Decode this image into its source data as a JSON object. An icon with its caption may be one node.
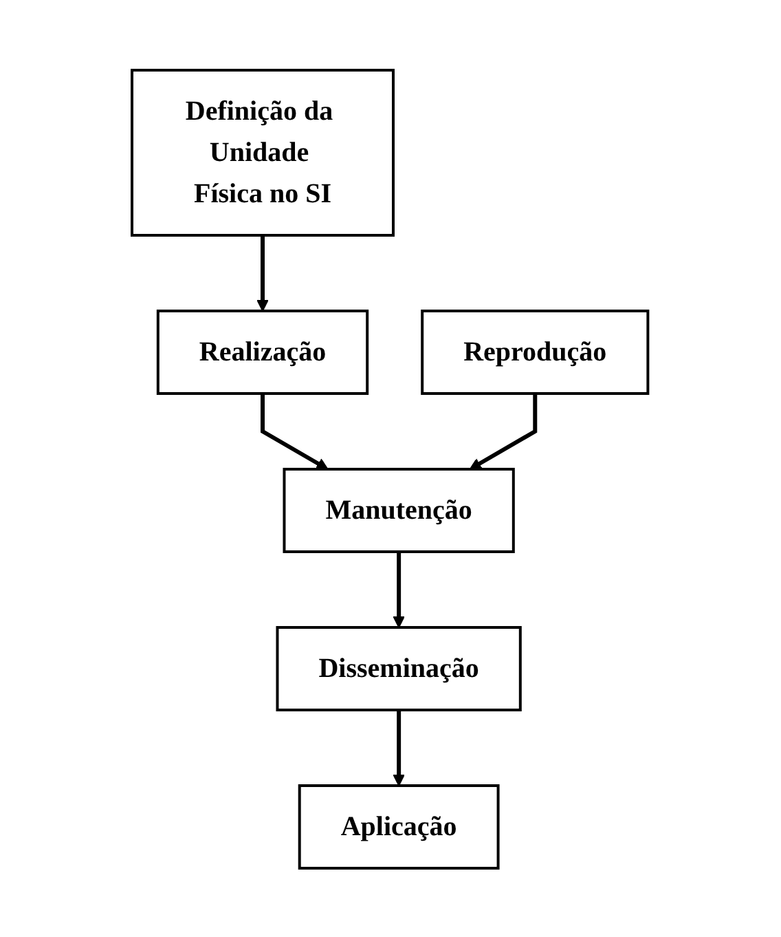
{
  "diagram": {
    "nodes": [
      {
        "text": [
          "Definição da Unidade Física no SI"
        ]
      },
      {
        "text": [
          "Realização"
        ]
      },
      {
        "text": [
          "Reprodução"
        ]
      },
      {
        "text": [
          "Manutenção"
        ]
      },
      {
        "text": [
          "Disseminação"
        ]
      },
      {
        "text": [
          "Aplicação"
        ]
      }
    ],
    "edges": [
      {
        "from": 0,
        "to": 1,
        "arrow": "to"
      },
      {
        "from": 1,
        "to": 3,
        "arrow": "to"
      },
      {
        "from": 2,
        "to": 3,
        "arrow": "to"
      },
      {
        "from": 3,
        "to": 4,
        "arrow": "to"
      },
      {
        "from": 4,
        "to": 5,
        "arrow": "to"
      }
    ]
  }
}
